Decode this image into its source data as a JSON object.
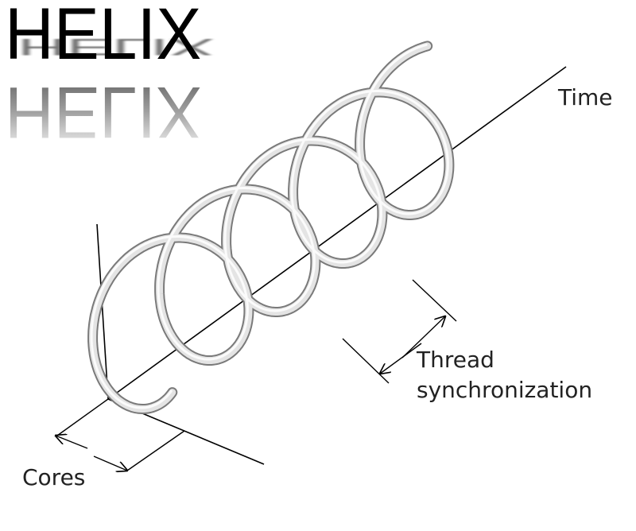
{
  "logo": {
    "text": "HELIX",
    "reflection_text": "HELIX"
  },
  "labels": {
    "time": "Time",
    "thread_line1": "Thread",
    "thread_line2": "synchronization",
    "cores": "Cores"
  },
  "colors": {
    "background": "#ffffff",
    "axis": "#000000",
    "tube_fill": "#e4e4e4",
    "tube_outline": "#7a7a7a",
    "label_text": "#222222"
  }
}
